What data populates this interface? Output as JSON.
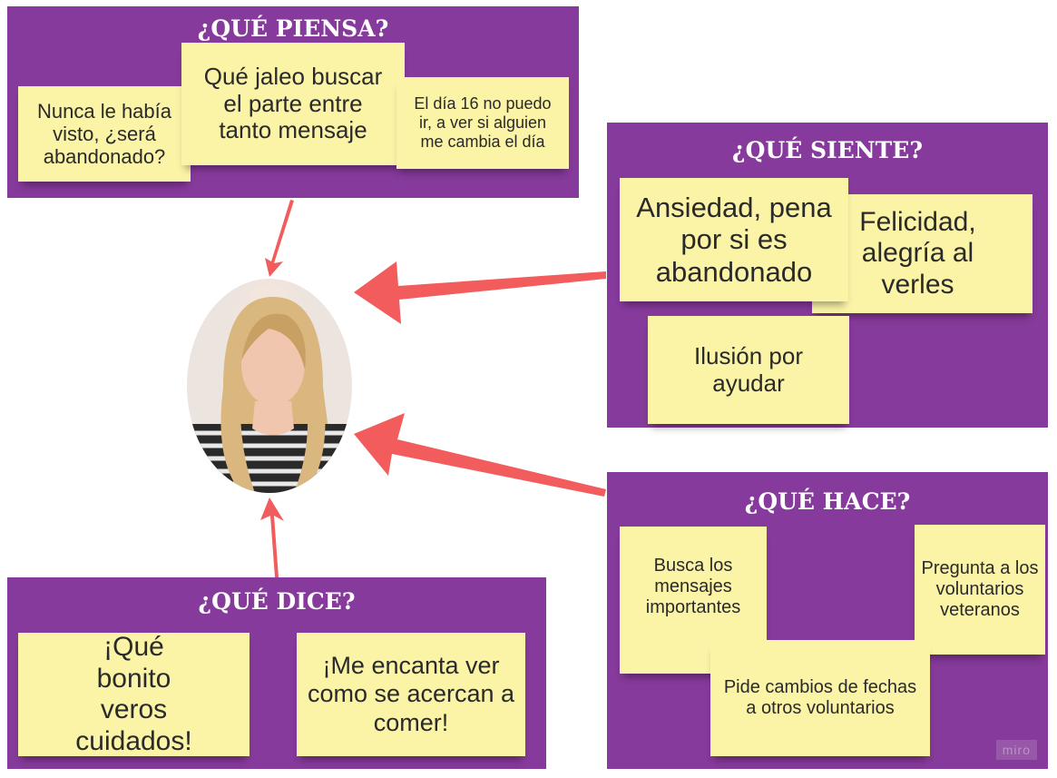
{
  "panels": {
    "piensa": {
      "title": "¿QUÉ PIENSA?",
      "notes": [
        "Nunca le había visto, ¿será abandonado?",
        "Qué jaleo buscar el parte entre tanto mensaje",
        "El día 16 no puedo ir, a ver si alguien me cambia el día"
      ]
    },
    "siente": {
      "title": "¿QUÉ SIENTE?",
      "notes": [
        "Ansiedad, pena por si es abandonado",
        "Felicidad, alegría al verles",
        "Ilusión por ayudar"
      ]
    },
    "hace": {
      "title": "¿QUÉ HACE?",
      "notes": [
        "Busca los mensajes importantes",
        "Pregunta a los voluntarios veteranos",
        "Pide cambios de fechas a otros voluntarios"
      ]
    },
    "dice": {
      "title": "¿QUÉ DICE?",
      "notes": [
        "¡Qué bonito veros cuidados!",
        "¡Me encanta  ver como se acercan a comer!"
      ]
    }
  },
  "watermark": "miro",
  "colors": {
    "panel": "#863a9b",
    "sticky": "#fbf3a6",
    "arrow": "#f25c5c"
  }
}
